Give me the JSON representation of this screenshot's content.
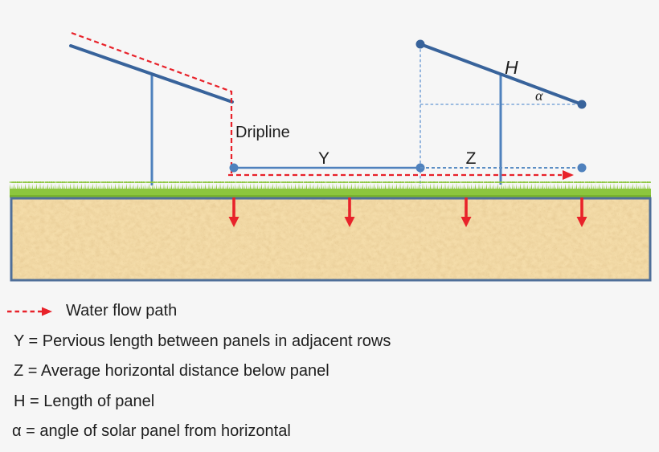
{
  "diagram": {
    "dripline_label": "Dripline",
    "y_label": "Y",
    "z_label": "Z",
    "h_label": "H",
    "alpha_label": "α"
  },
  "legend": {
    "water_flow_label": "Water flow path",
    "definitions": [
      "Y = Pervious length between panels in adjacent rows",
      "Z = Average horizontal distance below panel",
      "H = Length of panel",
      "α = angle of solar panel from horizontal"
    ]
  },
  "colors": {
    "background": "#f6f6f6",
    "panel_blue": "#38639b",
    "line_blue": "#4f81bd",
    "mid_blue": "#5b8ec4",
    "dash_blue": "#7da7d9",
    "water_red": "#e8222a",
    "grass_green": "#8cc63e",
    "grass_dark": "#79b42c",
    "soil_sand": "#f4dca9",
    "soil_border": "#4f6f99",
    "text_dark": "#1e1e1e"
  }
}
